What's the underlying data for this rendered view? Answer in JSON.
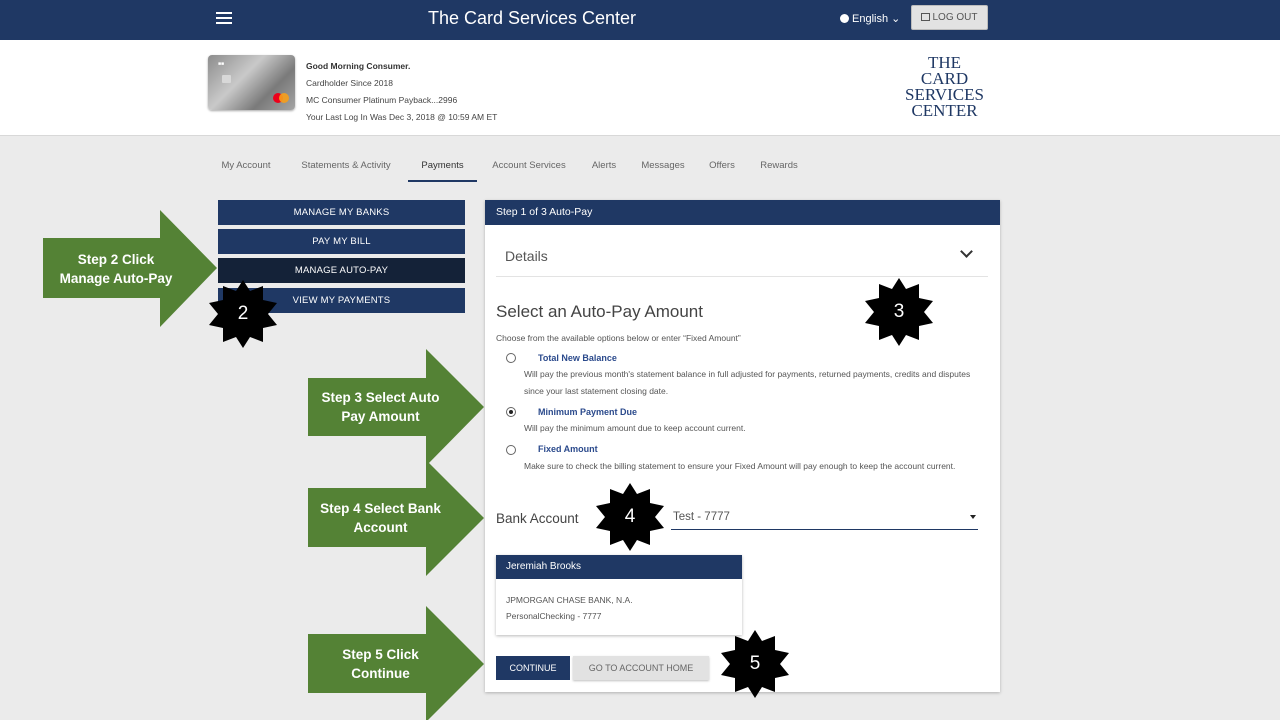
{
  "topbar": {
    "title": "The Card Services Center",
    "language": "English",
    "logout_label": "LOG OUT"
  },
  "account": {
    "greeting": "Good Morning Consumer.",
    "cardholder_since": "Cardholder Since 2018",
    "card_name": "MC Consumer Platinum Payback...2996",
    "last_login": "Your Last Log In Was Dec 3, 2018 @ 10:59 AM ET",
    "logo_lines": [
      "THE",
      "CARD SERVICES",
      "CENTER"
    ]
  },
  "tabs": [
    {
      "label": "My Account"
    },
    {
      "label": "Statements & Activity"
    },
    {
      "label": "Payments",
      "active": true
    },
    {
      "label": "Account Services"
    },
    {
      "label": "Alerts"
    },
    {
      "label": "Messages"
    },
    {
      "label": "Offers"
    },
    {
      "label": "Rewards"
    }
  ],
  "side_menu": [
    {
      "label": "MANAGE MY BANKS"
    },
    {
      "label": "PAY MY BILL"
    },
    {
      "label": "MANAGE AUTO-PAY",
      "active": true
    },
    {
      "label": "VIEW MY PAYMENTS"
    }
  ],
  "panel": {
    "header": "Step 1 of 3 Auto-Pay",
    "details_label": "Details",
    "select_title": "Select an Auto-Pay Amount",
    "select_subtitle": "Choose from the available options below or enter “Fixed Amount”",
    "options": [
      {
        "label": "Total New Balance",
        "desc": "Will pay the previous month's statement balance in full adjusted for payments, returned payments, credits and disputes since your last statement closing date.",
        "selected": false
      },
      {
        "label": "Minimum Payment Due",
        "desc": "Will pay the minimum amount due to keep account current.",
        "selected": true
      },
      {
        "label": "Fixed Amount",
        "desc": "Make sure to check the billing statement to ensure your Fixed Amount will pay enough to keep the account current.",
        "selected": false
      }
    ],
    "bank_label": "Bank Account",
    "bank_selected": "Test - 7777",
    "bank_card": {
      "name": "Jeremiah Brooks",
      "bank": "JPMORGAN CHASE BANK, N.A.",
      "account": "PersonalChecking - 7777"
    },
    "continue_label": "CONTINUE",
    "home_label": "GO TO ACCOUNT HOME"
  },
  "callouts": {
    "step2": [
      "Step 2 Click",
      "Manage Auto-Pay"
    ],
    "step3": [
      "Step 3 Select Auto",
      "Pay Amount"
    ],
    "step4": [
      "Step 4 Select Bank",
      "Account"
    ],
    "step5": [
      "Step 5 Click",
      "Continue"
    ]
  },
  "badges": {
    "b2": "2",
    "b3": "3",
    "b4": "4",
    "b5": "5"
  },
  "colors": {
    "navy": "#1f3864",
    "callout_green": "#548235",
    "badge_black": "#000000"
  }
}
